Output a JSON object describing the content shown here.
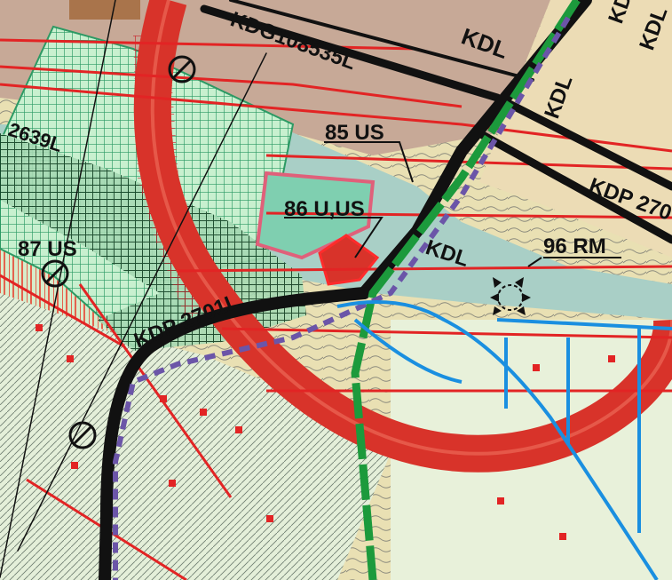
{
  "labels": {
    "kdg": "KDG108535L",
    "kdl_top": "KDL",
    "kdl_right1": "KDL",
    "kdl_right2": "KDL",
    "kdl_right3": "KDL",
    "kdl_mid": "KDL",
    "kdp_right": "KDP 270",
    "kdp_bottom": "KDP 2701L",
    "road_2639": "2639L",
    "us85": "85 US",
    "us86": "86 U,US",
    "us87": "87 US",
    "rm96": "96 RM"
  },
  "colors": {
    "paper": "#e9e0b3",
    "built_up": "#c8a898",
    "service_zone": "#a8cfc7",
    "green_hatch": "#2c9a64",
    "green_fill": "#bfe9c8",
    "ring_road": "#d8332a",
    "main_road": "#111111",
    "water": "#1a8fe0",
    "rail": "#1c9a3c",
    "boundary": "#6b55a8"
  },
  "icons": {
    "circle_marker": "circle-slash-icon",
    "arrow_cluster": "arrow-cluster-icon"
  }
}
